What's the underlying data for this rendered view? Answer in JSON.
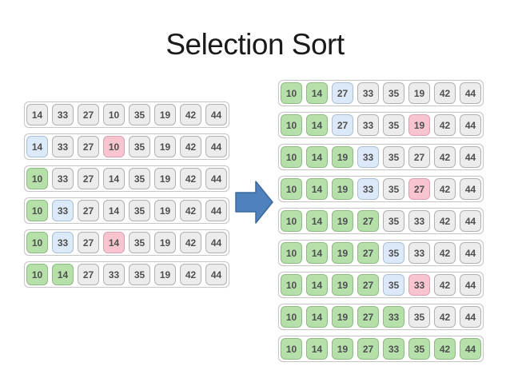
{
  "title": "Selection Sort",
  "colors": {
    "background": "#ffffff",
    "title_text": "#1a1a1a",
    "cell_text": "#4f4f4f",
    "state_default": "#ececec",
    "state_sorted": "#b6e0aa",
    "state_current": "#dce9f8",
    "state_min": "#f7c4d0",
    "arrow_fill": "#4f81bd",
    "arrow_stroke": "#3c699e"
  },
  "state_legend": {
    "default": "unsorted element (gray)",
    "sorted": "element in final sorted position (green)",
    "current": "current position being filled (blue)",
    "min": "minimum element found in unsorted part (pink)"
  },
  "left_column": {
    "rows": [
      {
        "values": [
          "14",
          "33",
          "27",
          "10",
          "35",
          "19",
          "42",
          "44"
        ],
        "states": [
          "default",
          "default",
          "default",
          "default",
          "default",
          "default",
          "default",
          "default"
        ]
      },
      {
        "values": [
          "14",
          "33",
          "27",
          "10",
          "35",
          "19",
          "42",
          "44"
        ],
        "states": [
          "current",
          "default",
          "default",
          "min",
          "default",
          "default",
          "default",
          "default"
        ]
      },
      {
        "values": [
          "10",
          "33",
          "27",
          "14",
          "35",
          "19",
          "42",
          "44"
        ],
        "states": [
          "sorted",
          "default",
          "default",
          "default",
          "default",
          "default",
          "default",
          "default"
        ]
      },
      {
        "values": [
          "10",
          "33",
          "27",
          "14",
          "35",
          "19",
          "42",
          "44"
        ],
        "states": [
          "sorted",
          "current",
          "default",
          "default",
          "default",
          "default",
          "default",
          "default"
        ]
      },
      {
        "values": [
          "10",
          "33",
          "27",
          "14",
          "35",
          "19",
          "42",
          "44"
        ],
        "states": [
          "sorted",
          "current",
          "default",
          "min",
          "default",
          "default",
          "default",
          "default"
        ]
      },
      {
        "values": [
          "10",
          "14",
          "27",
          "33",
          "35",
          "19",
          "42",
          "44"
        ],
        "states": [
          "sorted",
          "sorted",
          "default",
          "default",
          "default",
          "default",
          "default",
          "default"
        ]
      }
    ]
  },
  "right_column": {
    "rows": [
      {
        "values": [
          "10",
          "14",
          "27",
          "33",
          "35",
          "19",
          "42",
          "44"
        ],
        "states": [
          "sorted",
          "sorted",
          "current",
          "default",
          "default",
          "default",
          "default",
          "default"
        ]
      },
      {
        "values": [
          "10",
          "14",
          "27",
          "33",
          "35",
          "19",
          "42",
          "44"
        ],
        "states": [
          "sorted",
          "sorted",
          "current",
          "default",
          "default",
          "min",
          "default",
          "default"
        ]
      },
      {
        "values": [
          "10",
          "14",
          "19",
          "33",
          "35",
          "27",
          "42",
          "44"
        ],
        "states": [
          "sorted",
          "sorted",
          "sorted",
          "current",
          "default",
          "default",
          "default",
          "default"
        ]
      },
      {
        "values": [
          "10",
          "14",
          "19",
          "33",
          "35",
          "27",
          "42",
          "44"
        ],
        "states": [
          "sorted",
          "sorted",
          "sorted",
          "current",
          "default",
          "min",
          "default",
          "default"
        ]
      },
      {
        "values": [
          "10",
          "14",
          "19",
          "27",
          "35",
          "33",
          "42",
          "44"
        ],
        "states": [
          "sorted",
          "sorted",
          "sorted",
          "sorted",
          "default",
          "default",
          "default",
          "default"
        ]
      },
      {
        "values": [
          "10",
          "14",
          "19",
          "27",
          "35",
          "33",
          "42",
          "44"
        ],
        "states": [
          "sorted",
          "sorted",
          "sorted",
          "sorted",
          "current",
          "default",
          "default",
          "default"
        ]
      },
      {
        "values": [
          "10",
          "14",
          "19",
          "27",
          "35",
          "33",
          "42",
          "44"
        ],
        "states": [
          "sorted",
          "sorted",
          "sorted",
          "sorted",
          "current",
          "min",
          "default",
          "default"
        ]
      },
      {
        "values": [
          "10",
          "14",
          "19",
          "27",
          "33",
          "35",
          "42",
          "44"
        ],
        "states": [
          "sorted",
          "sorted",
          "sorted",
          "sorted",
          "sorted",
          "default",
          "default",
          "default"
        ]
      },
      {
        "values": [
          "10",
          "14",
          "19",
          "27",
          "33",
          "35",
          "42",
          "44"
        ],
        "states": [
          "sorted",
          "sorted",
          "sorted",
          "sorted",
          "sorted",
          "sorted",
          "sorted",
          "sorted"
        ]
      }
    ]
  },
  "arrow": {
    "icon": "right-arrow-icon",
    "direction": "right"
  }
}
